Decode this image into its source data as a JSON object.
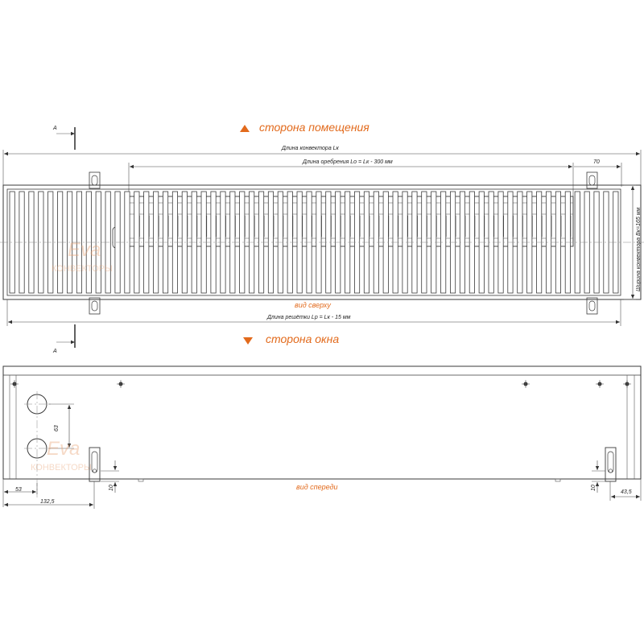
{
  "labels": {
    "room_side": "сторона помещения",
    "window_side": "сторона окна",
    "top_view": "вид сверху",
    "front_view": "вид спереди",
    "section_mark": "А"
  },
  "dimensions": {
    "convector_length": "Длина конвектора Lк",
    "fin_length": "Длина оребрения Lo = Lк - 300 мм",
    "grille_length": "Длина решётки Lp = Lк - 15 мм",
    "convector_width": "Ширина конвектора Bк=165 мм",
    "d70": "70",
    "d63": "63",
    "d53": "53",
    "d132_5": "132,5",
    "d10_left": "10",
    "d10_right": "10",
    "d43_5": "43,5"
  },
  "watermark": {
    "script": "Eva",
    "word": "КОНВЕКТОРЫ"
  },
  "colors": {
    "accent": "#e26a1c",
    "lines": "#3a3a3a"
  }
}
